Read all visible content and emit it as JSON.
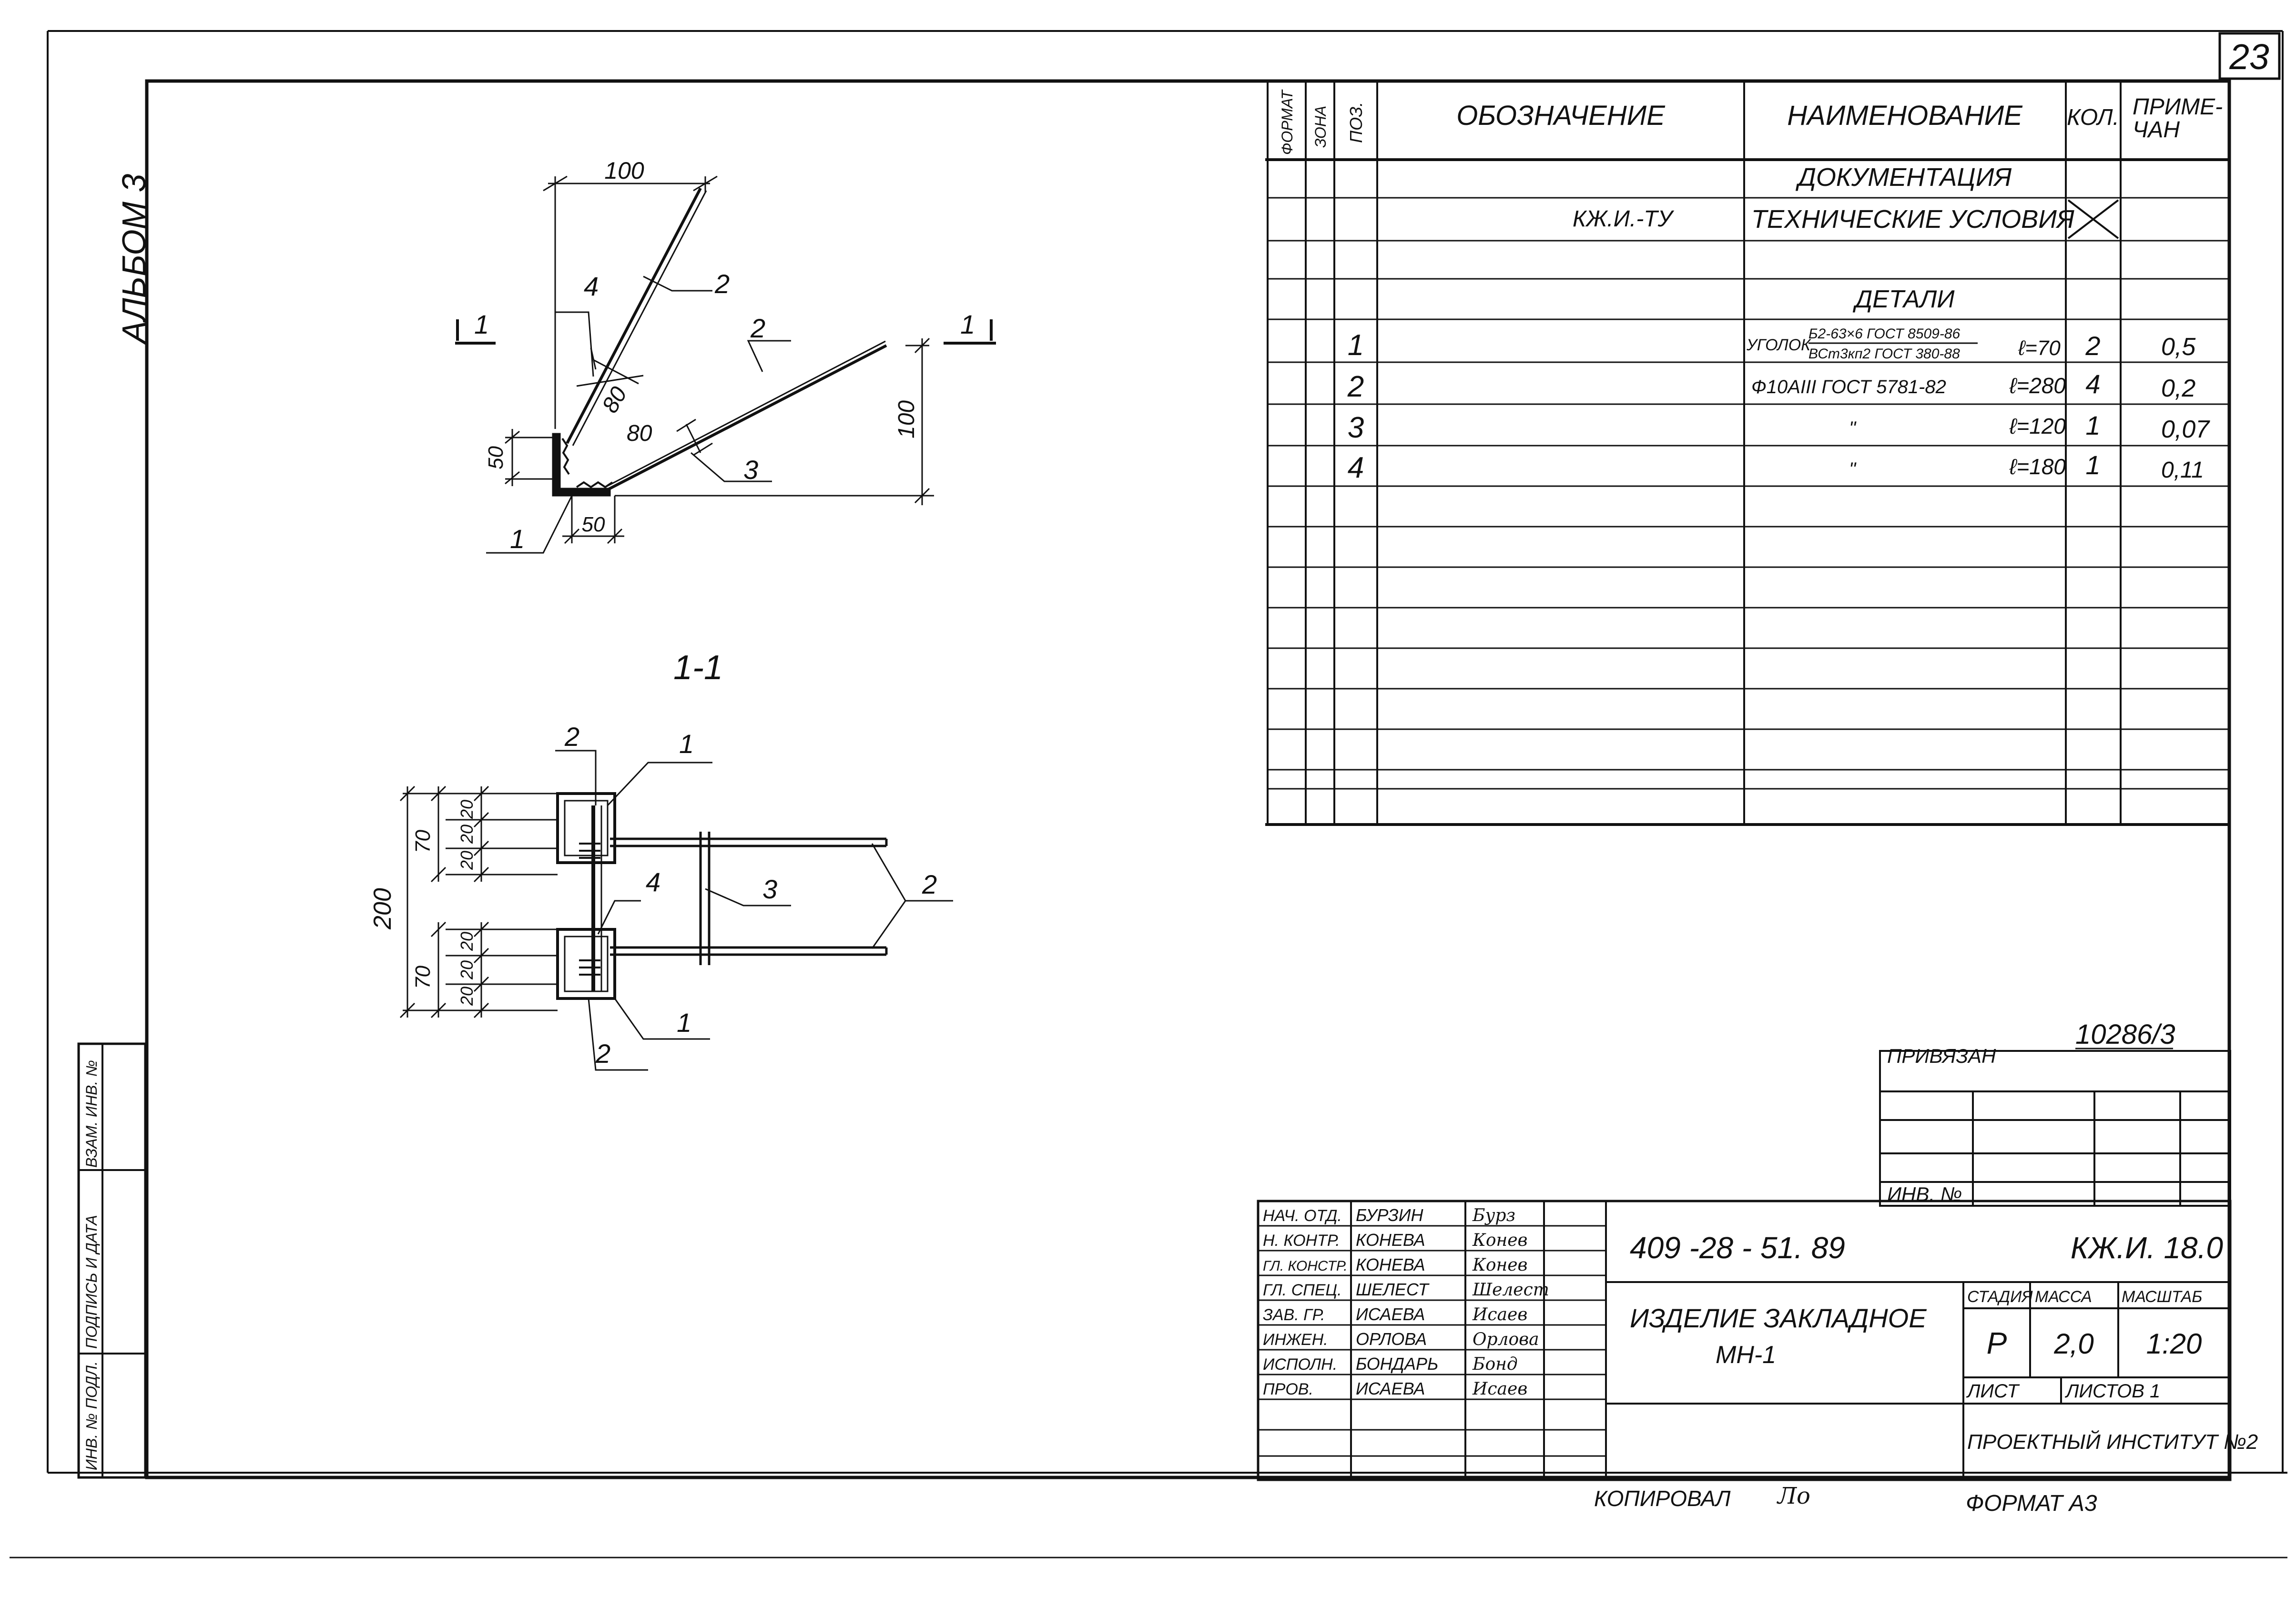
{
  "sheet": {
    "page_number": "23",
    "album": "АЛЬБОМ 3",
    "inventory_number": "10286/3",
    "copied_by_label": "КОПИРОВАЛ",
    "format_label": "ФОРМАТ А3"
  },
  "left_stamp": [
    "ИНВ. № ПОДЛ.",
    "ПОДПИСЬ И ДАТА",
    "ВЗАМ. ИНВ. №"
  ],
  "spec_table": {
    "headers": {
      "format": "ФОРМАТ",
      "zone": "ЗОНА",
      "pos": "ПОЗ.",
      "designation": "ОБОЗНАЧЕНИЕ",
      "name": "НАИМЕНОВАНИЕ",
      "qty": "КОЛ.",
      "note_line1": "ПРИМЕ-",
      "note_line2": "ЧАН"
    },
    "section_documentation": "ДОКУМЕНТАЦИЯ",
    "doc_designation": "КЖ.И.-ТУ",
    "doc_name": "ТЕХНИЧЕСКИЕ УСЛОВИЯ",
    "section_details": "ДЕТАЛИ",
    "rows": [
      {
        "pos": "1",
        "name_prefix": "УГОЛОК",
        "name_top": "Б2-63×6 ГОСТ 8509-86",
        "name_bottom": "ВСт3кп2 ГОСТ 380-88",
        "length": "ℓ=70",
        "qty": "2",
        "note": "0,5"
      },
      {
        "pos": "2",
        "name_main": "Ф10АIII ГОСТ 5781-82",
        "length": "ℓ=280",
        "qty": "4",
        "note": "0,2"
      },
      {
        "pos": "3",
        "name_main": "\"",
        "length": "ℓ=120",
        "qty": "1",
        "note": "0,07"
      },
      {
        "pos": "4",
        "name_main": "\"",
        "length": "ℓ=180",
        "qty": "1",
        "note": "0,11"
      }
    ]
  },
  "binding": {
    "label": "ПРИВЯЗАН",
    "inv_label": "ИНВ. №"
  },
  "title_block": {
    "code": "409 -28 - 51. 89",
    "sheet_code": "КЖ.И. 18.0",
    "product_line1": "ИЗДЕЛИЕ ЗАКЛАДНОЕ",
    "product_line2": "МН-1",
    "stage_label": "СТАДИЯ",
    "mass_label": "МАССА",
    "scale_label": "МАСШТАБ",
    "stage": "Р",
    "mass": "2,0",
    "scale": "1:20",
    "sheet_label": "ЛИСТ",
    "sheets_label": "ЛИСТОВ 1",
    "organization": "ПРОЕКТНЫЙ ИНСТИТУТ №2",
    "staff": [
      {
        "role": "НАЧ. ОТД.",
        "name": "БУРЗИН",
        "sign": "Бурз"
      },
      {
        "role": "Н. КОНТР.",
        "name": "КОНЕВА",
        "sign": "Конев"
      },
      {
        "role": "ГЛ. КОНСТР.",
        "name": "КОНЕВА",
        "sign": "Конев"
      },
      {
        "role": "ГЛ. СПЕЦ.",
        "name": "ШЕЛЕСТ",
        "sign": "Шелест"
      },
      {
        "role": "ЗАВ. ГР.",
        "name": "ИСАЕВА",
        "sign": "Исаев"
      },
      {
        "role": "ИНЖЕН.",
        "name": "ОРЛОВА",
        "sign": "Орлова"
      },
      {
        "role": "ИСПОЛН.",
        "name": "БОНДАРЬ",
        "sign": "Бонд"
      },
      {
        "role": "ПРОВ.",
        "name": "ИСАЕВА",
        "sign": "Исаев"
      }
    ]
  },
  "plan_view": {
    "dims": {
      "top_width": "100",
      "right_height": "100",
      "bar4_len": "80",
      "bar3_len": "80",
      "angle_height": "50",
      "angle_width": "50"
    },
    "leaders": {
      "p4": "4",
      "p2a": "2",
      "p2b": "2",
      "p3": "3",
      "p1": "1"
    },
    "section_mark_left": "1",
    "section_mark_right": "1"
  },
  "section_view": {
    "title": "1-1",
    "dims": {
      "overall": "200",
      "upper": "70",
      "lower": "70",
      "d20": "20",
      "d20b": "20",
      "d20c": "20",
      "d20d": "20",
      "d20e": "20",
      "d20f": "20"
    },
    "leaders": {
      "p2_top": "2",
      "p1_top": "1",
      "p4": "4",
      "p3": "3",
      "p2_right": "2",
      "p1_bottom": "1",
      "p2_bottom": "2"
    }
  }
}
